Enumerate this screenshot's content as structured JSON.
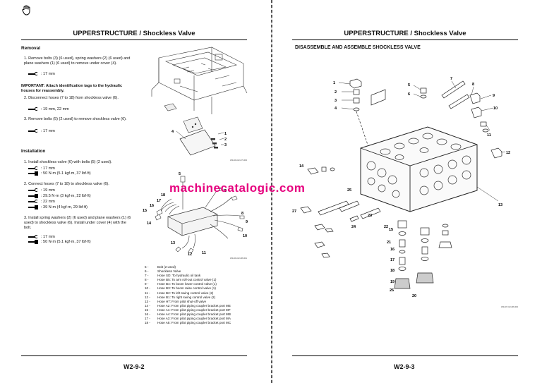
{
  "left": {
    "header": "UPPERSTRUCTURE / Shockless Valve",
    "removal": {
      "title": "Removal",
      "step1": "1. Remove bolts (3) (6 used), spring washers (2) (6 used) and plane washers (1) (6 used) to remove under cover (4).",
      "step1_tool": ": 17 mm",
      "important": "IMPORTANT: Attach identification tags to the hydraulic houses for reassembly.",
      "step2": "2. Disconnect hoses (7 to 18) from shockless valve (6).",
      "step2_tool": ": 19 mm, 22 mm",
      "step3": "3. Remove bolts (5) (2 used) to remove shockless valve (6).",
      "step3_tool": ": 17 mm"
    },
    "installation": {
      "title": "Installation",
      "step1": "1. Install shockless valve (6) with bolts (5) (2 used).",
      "step1_tool": ": 17 mm",
      "step1_torque": ": 50 N·m (5.1 kgf·m, 37 lbf·ft)",
      "step2": "2. Connect hoses (7 to 18) to shockless valve (6).",
      "step2_tools": [
        {
          "kind": "wrench",
          "text": ": 19 mm"
        },
        {
          "kind": "torque",
          "text": ": 29.5 N·m (3 kgf·m, 22 lbf·ft)"
        },
        {
          "kind": "wrench",
          "text": ": 22 mm"
        },
        {
          "kind": "torque",
          "text": ": 39 N·m (4 kgf·m, 29 lbf·ft)"
        }
      ],
      "step3": "3. Install spring washers (2) (6 used) and plane washers (1) (6 used) to shockless valve (6). Install under cover (4) with the bolt.",
      "step3_tool": ": 17 mm",
      "step3_torque": ": 50 N·m (5.1 kgf·m, 37 lbf·ft)"
    },
    "figure1_caption": "W1103-02-07-003",
    "figure2_caption": "W1103-02-08-001",
    "figure1_labels": [
      "4",
      "1",
      "2",
      "3"
    ],
    "figure2_labels": [
      "5",
      "18",
      "17",
      "16",
      "15",
      "14",
      "13",
      "12",
      "11",
      "6",
      "7",
      "8",
      "9",
      "10"
    ],
    "legend": [
      {
        "num": "5 -",
        "text": "Bolt (2 used)"
      },
      {
        "num": "6 -",
        "text": "Shockless Valve"
      },
      {
        "num": "7 -",
        "text": "Hose SD: To hydraulic oil tank"
      },
      {
        "num": "8 -",
        "text": "Hose B5: To arm roll-out control valve (1)"
      },
      {
        "num": "9 -",
        "text": "Hose B4: To boom lower control valve (1)"
      },
      {
        "num": "10 -",
        "text": "Hose B3: To boom raise control valve (1)"
      },
      {
        "num": "11 -",
        "text": "Hose B2: To left swing control valve (2)"
      },
      {
        "num": "12 -",
        "text": "Hose B1: To right swing control valve (2)"
      },
      {
        "num": "13 -",
        "text": "Hose HT: From pilot shut-off valve"
      },
      {
        "num": "14 -",
        "text": "Hose A2: From pilot piping coupler bracket port ME"
      },
      {
        "num": "15 -",
        "text": "Hose A1: From pilot piping coupler bracket port MF"
      },
      {
        "num": "16 -",
        "text": "Hose A4: From pilot piping coupler bracket port MB"
      },
      {
        "num": "17 -",
        "text": "Hose A3: From pilot piping coupler bracket port MA"
      },
      {
        "num": "18 -",
        "text": "Hose A5: From pilot piping coupler bracket port MC"
      }
    ],
    "page_number": "W2-9-2"
  },
  "right": {
    "header": "UPPERSTRUCTURE / Shockless Valve",
    "title": "DISASSEMBLE AND ASSEMBLE SHOCKLESS VALVE",
    "labels": [
      "1",
      "2",
      "3",
      "4",
      "5",
      "6",
      "7",
      "8",
      "9",
      "10",
      "11",
      "12",
      "13",
      "14",
      "15",
      "16",
      "17",
      "18",
      "19",
      "20",
      "21",
      "22",
      "23",
      "24",
      "25",
      "26",
      "27"
    ],
    "figure_caption": "W1107-02-08-003",
    "page_number": "W2-9-3"
  },
  "watermark": "machinecatalogic.com",
  "colors": {
    "watermark": "#e6007e",
    "text": "#111111",
    "background": "#ffffff"
  },
  "icons": [
    "hand-stop-icon",
    "wrench-icon",
    "torque-wrench-icon"
  ]
}
